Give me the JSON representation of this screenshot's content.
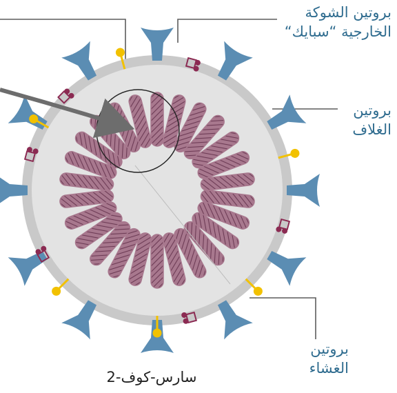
{
  "labels": {
    "spike": [
      "بروتين الشوكة",
      "الخارجية “سبايك“"
    ],
    "envelope": [
      "بروتين",
      "الغلاف"
    ],
    "membrane": [
      "بروتين",
      "الغشاء"
    ]
  },
  "caption": "سارس-كوف-2",
  "colors": {
    "spike": "#5b8db3",
    "envelope": "#f2c100",
    "membrane": "#8b2a52",
    "outer_shell": "#c9c9c9",
    "inner_membrane": "#e3e3e3",
    "rna": "#a8788e",
    "leader": "#5c5c5c",
    "arrow": "#6d6d6d"
  },
  "icons": [
    "spike-protein-icon",
    "envelope-protein-icon",
    "membrane-protein-icon",
    "rna-strand-icon",
    "pointer-arrow-icon",
    "magnifier-circle-icon"
  ]
}
